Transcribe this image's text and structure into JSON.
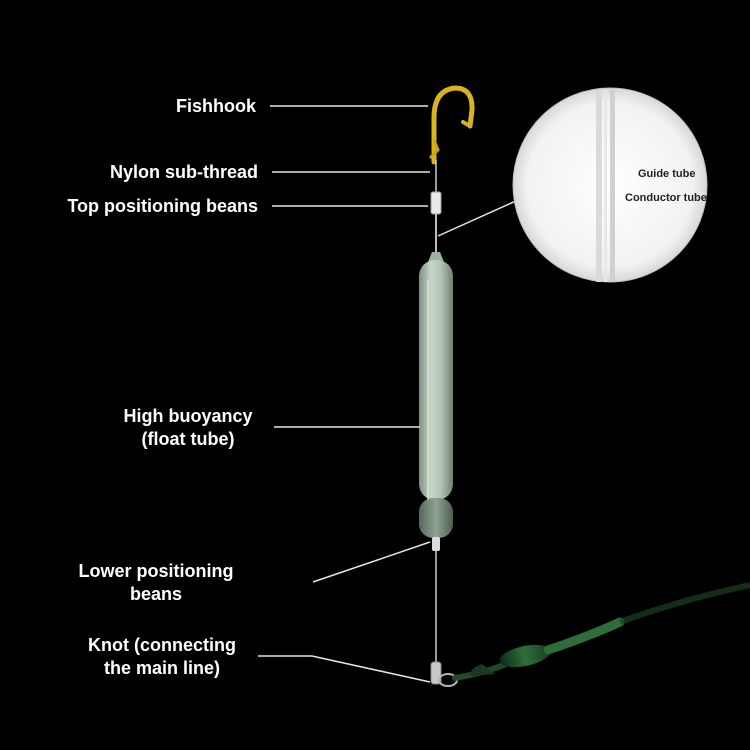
{
  "labels": {
    "fishhook": "Fishhook",
    "nylon_sub_thread": "Nylon sub-thread",
    "top_positioning": "Top positioning beans",
    "high_buoyancy_line1": "High buoyancy",
    "high_buoyancy_line2": "(float tube)",
    "lower_positioning_line1": "Lower positioning",
    "lower_positioning_line2": "beans",
    "knot_line1": "Knot (connecting",
    "knot_line2": "the main line)"
  },
  "zoom_inset": {
    "guide_tube": "Guide tube",
    "conductor_tube": "Conductor tube"
  },
  "colors": {
    "background": "#000000",
    "hook": "#d9b41e",
    "float_tube": "#a9bcab",
    "leader_lines": "#e6e6e6",
    "main_line_green": "#2f6e3a"
  }
}
